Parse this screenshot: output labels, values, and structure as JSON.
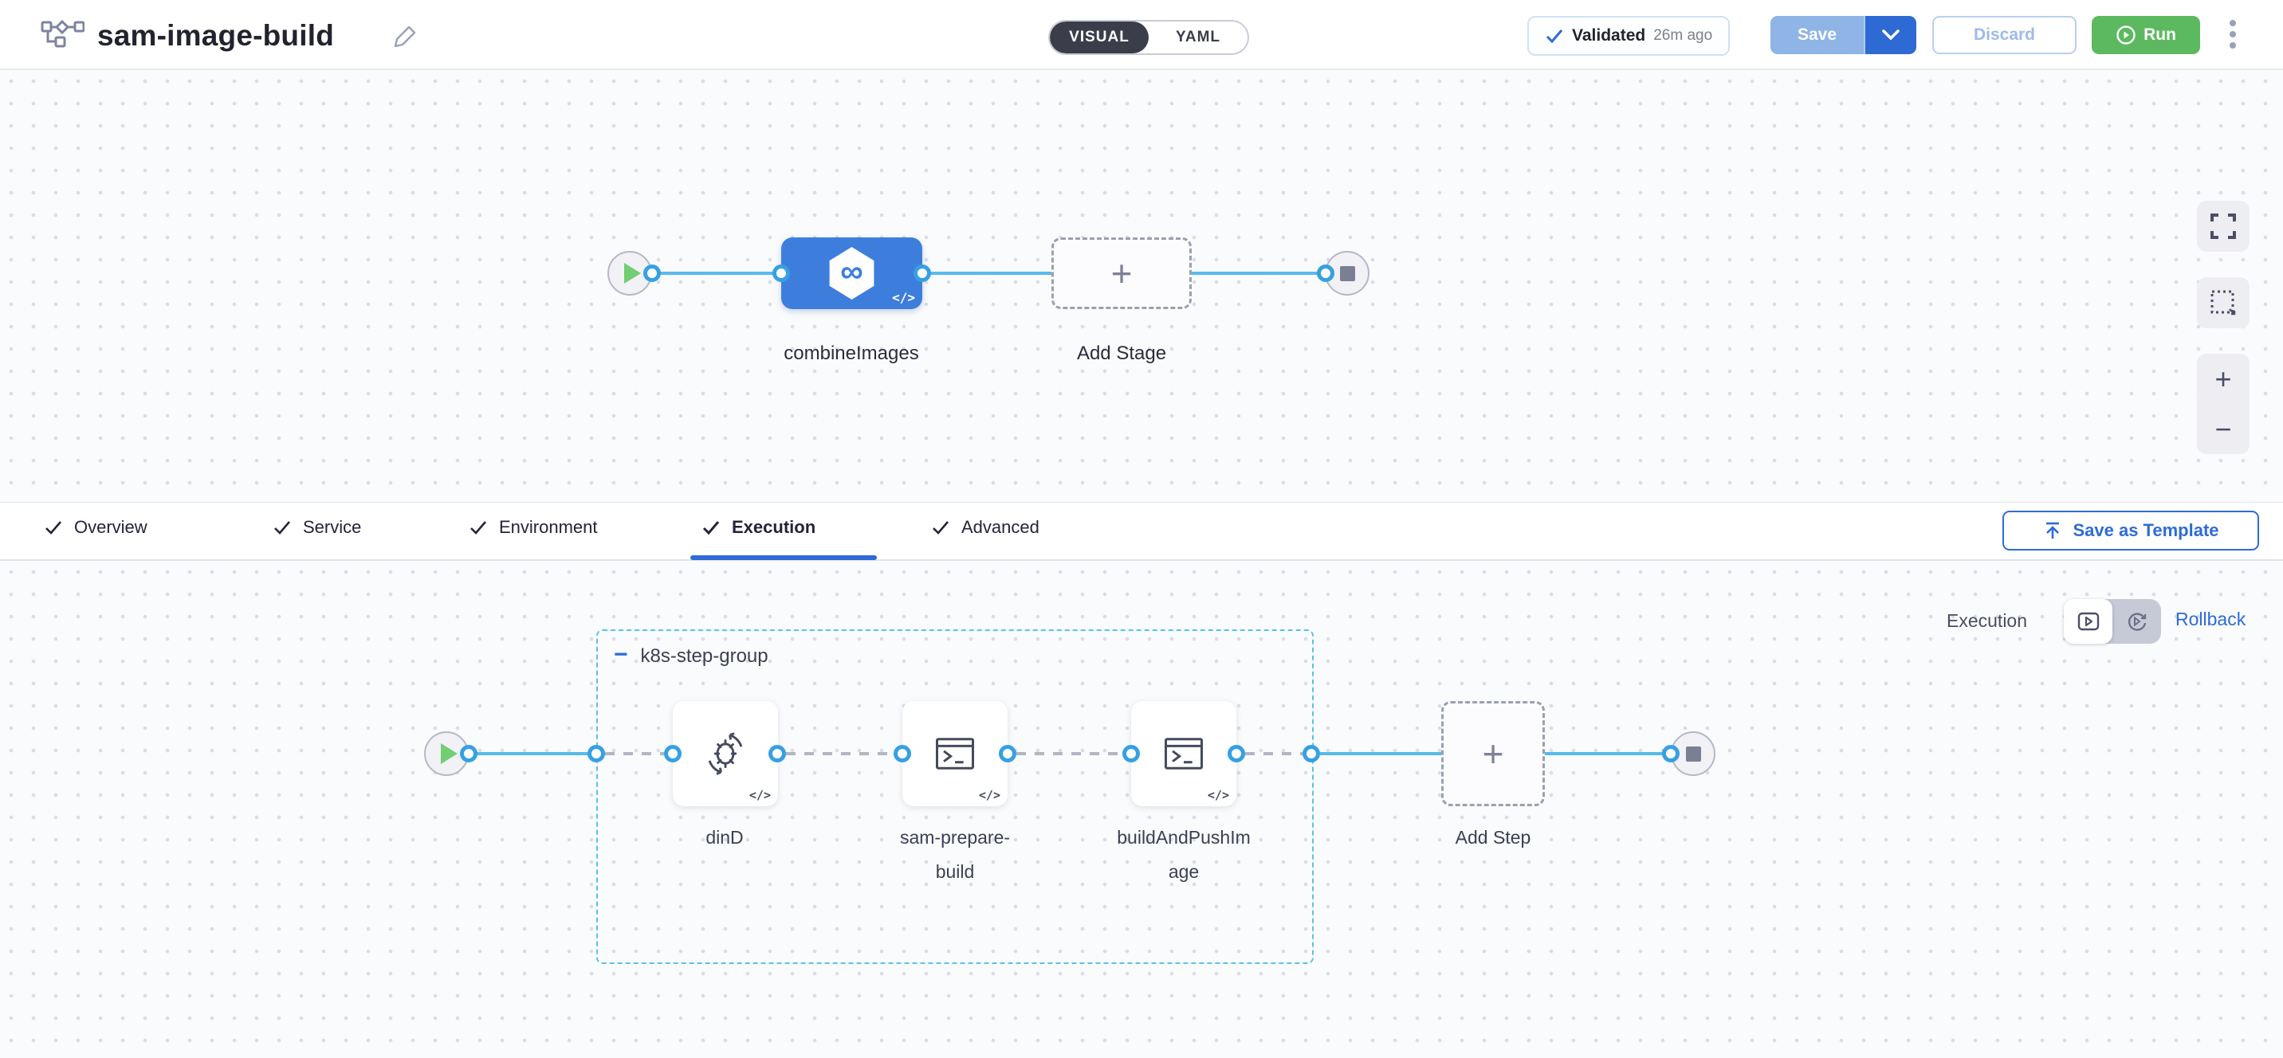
{
  "header": {
    "title": "sam-image-build",
    "mode_toggle": {
      "options": [
        "VISUAL",
        "YAML"
      ],
      "selected": "VISUAL"
    },
    "validated": {
      "label": "Validated",
      "time_ago": "26m ago"
    },
    "buttons": {
      "save": "Save",
      "discard": "Discard",
      "run": "Run"
    }
  },
  "stage_canvas": {
    "stage": {
      "label": "combineImages",
      "icon": "infinity-hexagon"
    },
    "add_stage_label": "Add Stage"
  },
  "tabs": {
    "items": [
      {
        "label": "Overview",
        "checked": true,
        "active": false
      },
      {
        "label": "Service",
        "checked": true,
        "active": false
      },
      {
        "label": "Environment",
        "checked": true,
        "active": false
      },
      {
        "label": "Execution",
        "checked": true,
        "active": true
      },
      {
        "label": "Advanced",
        "checked": true,
        "active": false
      }
    ],
    "save_as_template_label": "Save as Template"
  },
  "execution_panel": {
    "mode_label": "Execution",
    "rollback_label": "Rollback",
    "step_group": {
      "label": "k8s-step-group",
      "steps": [
        {
          "label": "dinD",
          "icon": "service-dependency"
        },
        {
          "label": "sam-prepare-build",
          "icon": "run-step"
        },
        {
          "label": "buildAndPushImage",
          "icon": "run-step"
        }
      ]
    },
    "add_step_label": "Add Step"
  },
  "glyphs": {
    "plus": "+",
    "minus": "−",
    "infinity": "∞",
    "code": "</>",
    "zoom_in": "+",
    "zoom_out": "−"
  },
  "colors": {
    "accent_blue": "#2e6bd8",
    "stage_blue": "#3d7edd",
    "wire_blue": "#56bbea",
    "group_border_blue": "#5ac1e9",
    "run_green": "#5cb95f",
    "save_disabled_blue": "#8fb4e6",
    "dark_pill": "#3b3d4a",
    "canvas_bg": "#fafbfd"
  }
}
